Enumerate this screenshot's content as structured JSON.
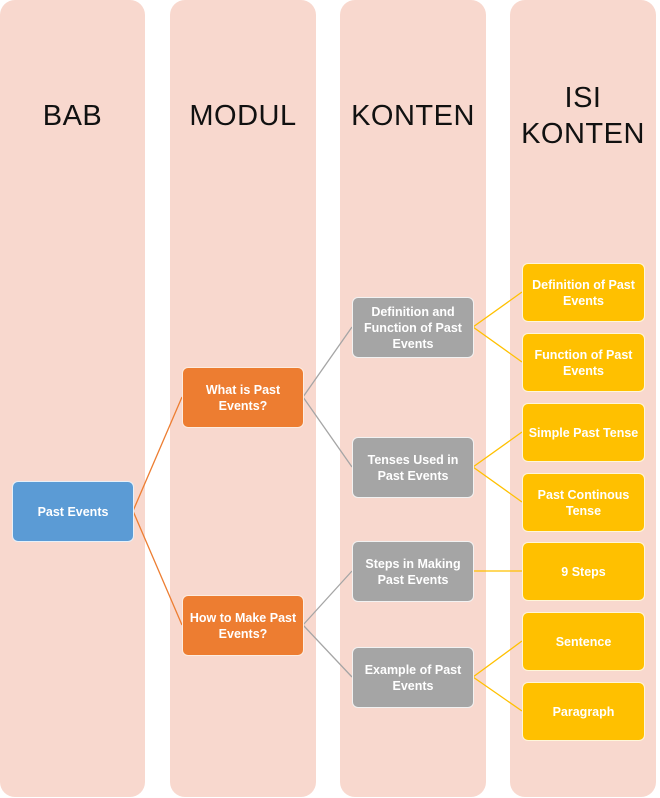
{
  "columns": [
    {
      "title": "BAB"
    },
    {
      "title": "MODUL"
    },
    {
      "title": "KONTEN"
    },
    {
      "title": "ISI KONTEN",
      "title_lines": [
        "ISI",
        "KONTEN"
      ]
    }
  ],
  "colors": {
    "band": "#f8d8ce",
    "bab": "#5b9bd5",
    "modul": "#ed7d31",
    "konten": "#a5a5a5",
    "isi_konten": "#ffc000",
    "link_bab_modul": "#ed7d31",
    "link_modul_konten": "#a5a5a5",
    "link_konten_isi": "#ffc000"
  },
  "nodes": {
    "bab": {
      "label": "Past Events"
    },
    "modul": [
      {
        "label": "What is Past Events?"
      },
      {
        "label": "How to Make Past Events?"
      }
    ],
    "konten": [
      {
        "label": "Definition and Function of Past Events"
      },
      {
        "label": "Tenses Used in Past Events"
      },
      {
        "label": "Steps in Making Past Events"
      },
      {
        "label": "Example of Past Events"
      }
    ],
    "isi_konten": [
      {
        "label": "Definition of Past Events"
      },
      {
        "label": "Function of Past Events"
      },
      {
        "label": "Simple Past Tense"
      },
      {
        "label": "Past Continous Tense"
      },
      {
        "label": "9 Steps"
      },
      {
        "label": "Sentence"
      },
      {
        "label": "Paragraph"
      }
    ]
  }
}
